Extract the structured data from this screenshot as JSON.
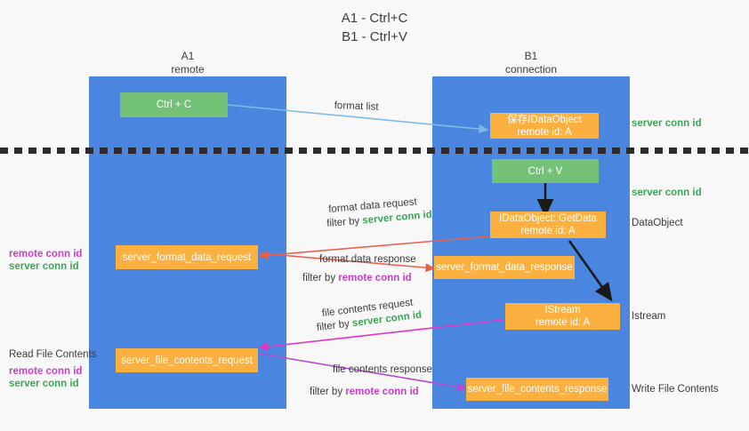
{
  "title": {
    "line1": "A1 - Ctrl+C",
    "line2": "B1 - Ctrl+V"
  },
  "lanes": [
    {
      "id": "a1",
      "name": "A1",
      "sub": "remote"
    },
    {
      "id": "b1",
      "name": "B1",
      "sub": "connection"
    }
  ],
  "boxes": {
    "ctrl_c": {
      "line1": "Ctrl + C",
      "line2": ""
    },
    "ctrl_v": {
      "line1": "Ctrl + V",
      "line2": ""
    },
    "save_idataobject": {
      "line1": "保存IDataObject",
      "line2": "remote id: A"
    },
    "getdata": {
      "line1": "IDataObject::GetData",
      "line2": "remote id: A"
    },
    "istream": {
      "line1": "IStream",
      "line2": "remote id: A"
    },
    "server_format_data_request": {
      "line1": "server_format_data_request",
      "line2": ""
    },
    "server_format_data_response": {
      "line1": "server_format_data_response",
      "line2": ""
    },
    "server_file_contents_request": {
      "line1": "server_file_contents_request",
      "line2": ""
    },
    "server_file_contents_response": {
      "line1": "server_file_contents_response",
      "line2": ""
    }
  },
  "right_labels": {
    "server_conn_id_1": "server conn id",
    "server_conn_id_2": "server conn id",
    "dataobject": "DataObject",
    "istream": "Istream",
    "write_file_contents": "Write File Contents"
  },
  "left_labels": {
    "remote_conn_id_1": "remote conn id",
    "server_conn_id_1": "server conn id",
    "read_file_contents": "Read File Contents",
    "remote_conn_id_2": "remote conn id",
    "server_conn_id_2": "server conn id"
  },
  "flows": {
    "format_list": "format list",
    "format_data_request": "format data request",
    "format_data_request_filter_prefix": "filter by ",
    "format_data_request_filter_key": "server conn id",
    "format_data_response": "format data response",
    "format_data_response_filter_prefix": "filter by ",
    "format_data_response_filter_key": "remote conn id",
    "file_contents_request": "file contents request",
    "file_contents_request_filter_prefix": "filter by ",
    "file_contents_request_filter_key": "server conn id",
    "file_contents_response": "file contents response",
    "file_contents_response_filter_prefix": "filter by ",
    "file_contents_response_filter_key": "remote conn id"
  },
  "colors": {
    "lane_blue": "#4a86e0",
    "green_box": "#74c178",
    "orange_box": "#fbb040",
    "server_conn_id": "#3aa655",
    "remote_conn_id": "#c83fc8",
    "arrow_blue": "#7fbbe8",
    "arrow_red": "#e8604c",
    "arrow_magenta": "#e135c6",
    "arrow_purple": "#9b4fd0",
    "arrow_black": "#1a1a1a"
  }
}
